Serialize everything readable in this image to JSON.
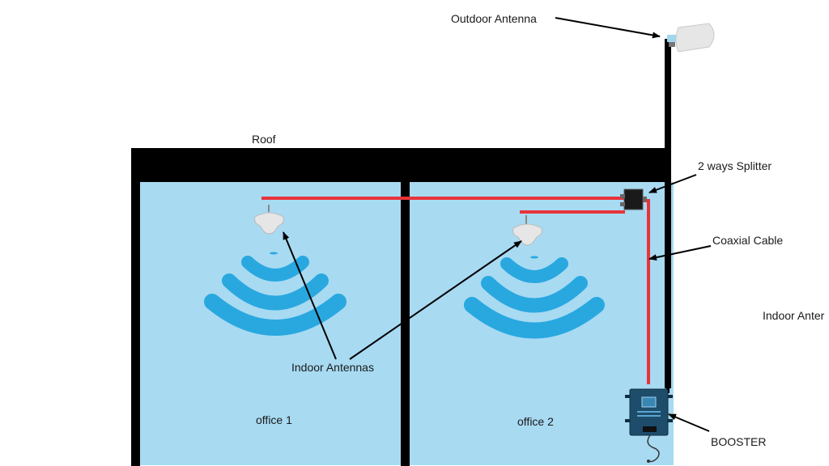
{
  "labels": {
    "outdoor_antenna": "Outdoor Antenna",
    "roof": "Roof",
    "splitter": "2 ways Splitter",
    "coaxial_cable": "Coaxial Cable",
    "indoor_antenna_cut": "Indoor Anter",
    "indoor_antennas": "Indoor Antennas",
    "office_1": "office 1",
    "office_2": "office 2",
    "booster": "BOOSTER"
  },
  "colors": {
    "room_fill": "#a8daf2",
    "wall": "#000000",
    "cable": "#e8333c",
    "signal_waves": "#29a8e0",
    "antenna": "#e6e6e6",
    "booster": "#1d4d6b"
  },
  "icons": {
    "outdoor_antenna": "panel-antenna-icon",
    "indoor_antenna": "dome-antenna-icon",
    "splitter": "splitter-icon",
    "booster": "booster-device-icon",
    "signal": "signal-waves-icon"
  }
}
